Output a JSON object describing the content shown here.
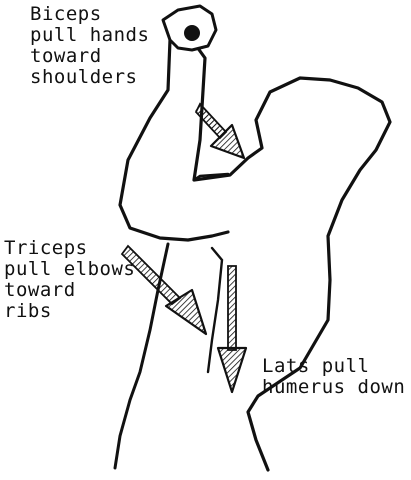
{
  "labels": {
    "biceps": [
      "Biceps",
      "pull hands",
      "toward",
      "shoulders"
    ],
    "triceps": [
      "Triceps",
      "pull elbows",
      "toward",
      "ribs"
    ],
    "lats": [
      "Lats pull",
      "humerus down"
    ]
  },
  "colors": {
    "ink": "#111111",
    "background": "#ffffff"
  }
}
